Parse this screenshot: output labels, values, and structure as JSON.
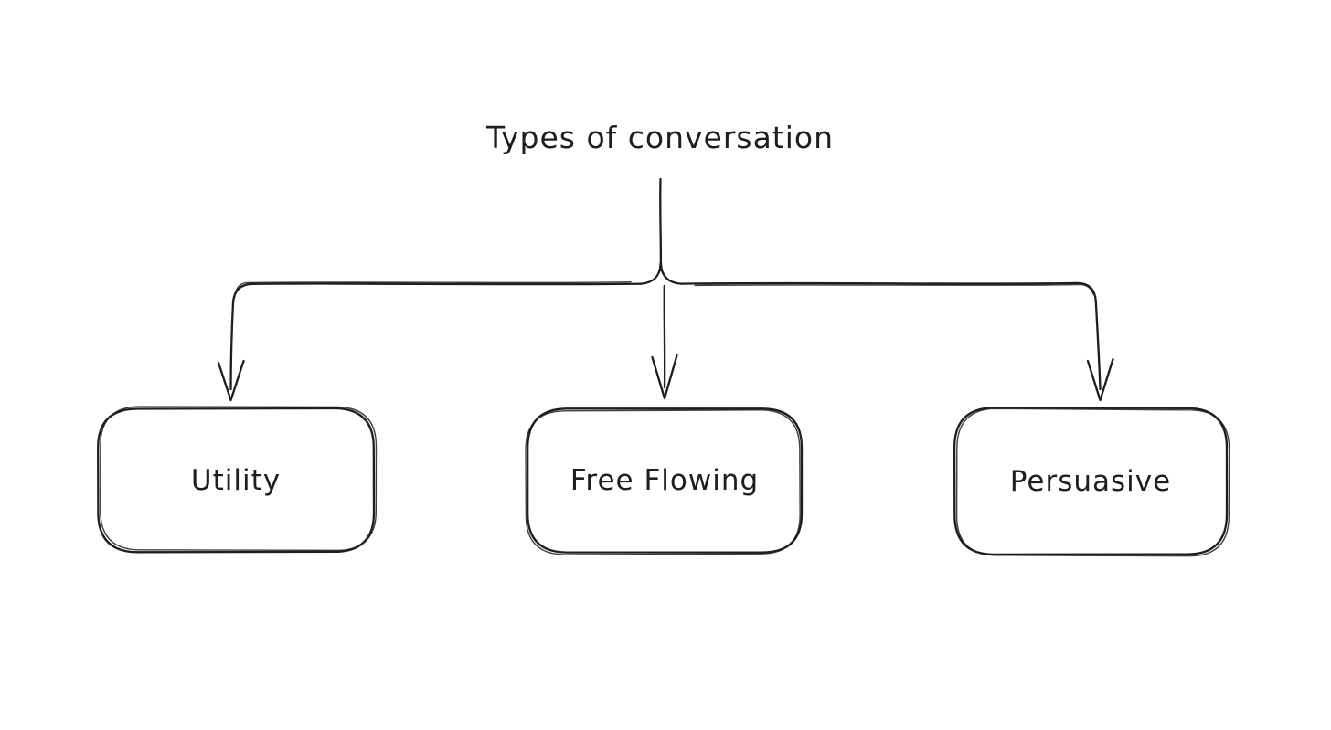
{
  "diagram": {
    "title": "Types of conversation",
    "nodes": [
      {
        "id": "utility",
        "label": "Utility"
      },
      {
        "id": "free-flowing",
        "label": "Free Flowing"
      },
      {
        "id": "persuasive",
        "label": "Persuasive"
      }
    ],
    "edges": [
      {
        "from": "Types of conversation",
        "to": "Utility",
        "style": "open-arrow"
      },
      {
        "from": "Types of conversation",
        "to": "Free Flowing",
        "style": "open-arrow"
      },
      {
        "from": "Types of conversation",
        "to": "Persuasive",
        "style": "open-arrow"
      }
    ],
    "colors": {
      "stroke": "#1e1e1e",
      "background": "#ffffff"
    }
  }
}
